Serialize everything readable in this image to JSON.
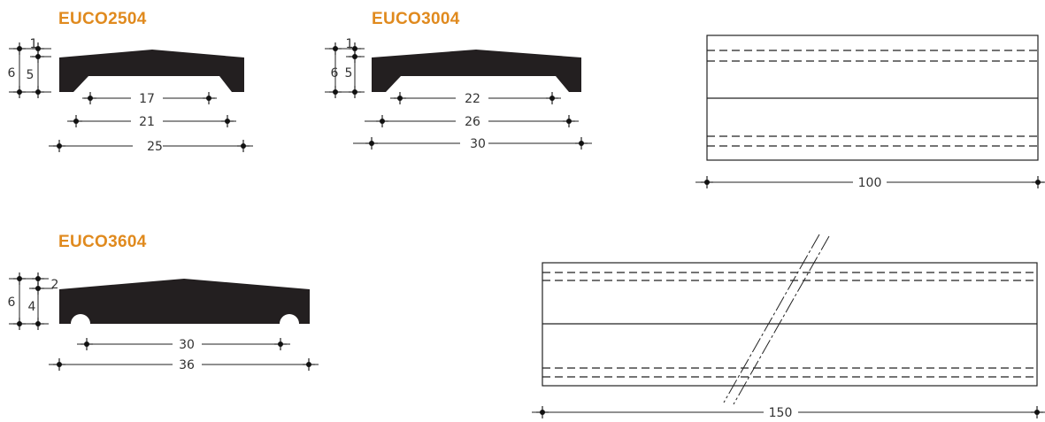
{
  "accent_color": "#e08a1e",
  "profiles": [
    {
      "name": "EUCO2504",
      "dims": {
        "total_height": "6",
        "top_step": "1",
        "body_height": "5",
        "inner_width": "17",
        "mid_width": "21",
        "total_width": "25"
      }
    },
    {
      "name": "EUCO3004",
      "dims": {
        "total_height": "6",
        "top_step": "1",
        "body_height": "5",
        "inner_width": "22",
        "mid_width": "26",
        "total_width": "30"
      }
    },
    {
      "name": "EUCO3604",
      "dims": {
        "total_height": "6",
        "top_step": "2",
        "body_height": "4",
        "inner_width": "30",
        "total_width": "36"
      }
    }
  ],
  "plan_views": [
    {
      "length": "100"
    },
    {
      "length": "150"
    }
  ]
}
